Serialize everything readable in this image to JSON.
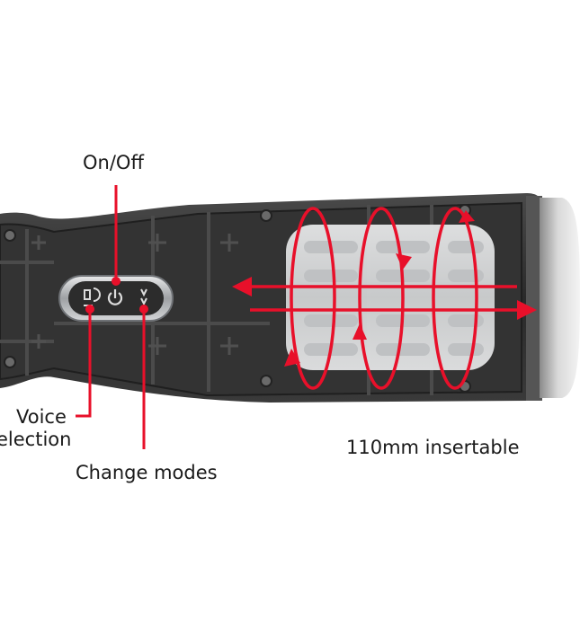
{
  "labels": {
    "on_off": "On/Off",
    "voice_line1": "Voice",
    "voice_line2": "election",
    "change_modes": "Change modes",
    "insertable": "110mm insertable"
  },
  "colors": {
    "accent_red": "#e8102a",
    "body_dark": "#2b2b2b",
    "panel_silver": "#b8babc",
    "sleeve": "#d9dbdc",
    "cap": "#e4e4e4"
  },
  "icons": [
    "voice-icon",
    "power-icon",
    "mode-wave-icon"
  ]
}
